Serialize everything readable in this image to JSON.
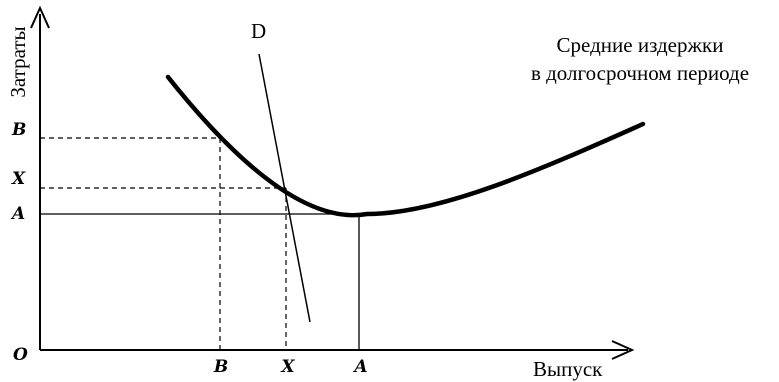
{
  "axis": {
    "y_label": "Затраты",
    "x_label": "Выпуск",
    "origin_label": "O"
  },
  "curve_label": {
    "line1": "Средние издержки",
    "line2": "в долгосрочном периоде"
  },
  "demand_label": "D",
  "levels": {
    "B": "B",
    "X": "X",
    "A": "A"
  },
  "colors": {
    "ink": "#000000",
    "background": "#ffffff"
  }
}
